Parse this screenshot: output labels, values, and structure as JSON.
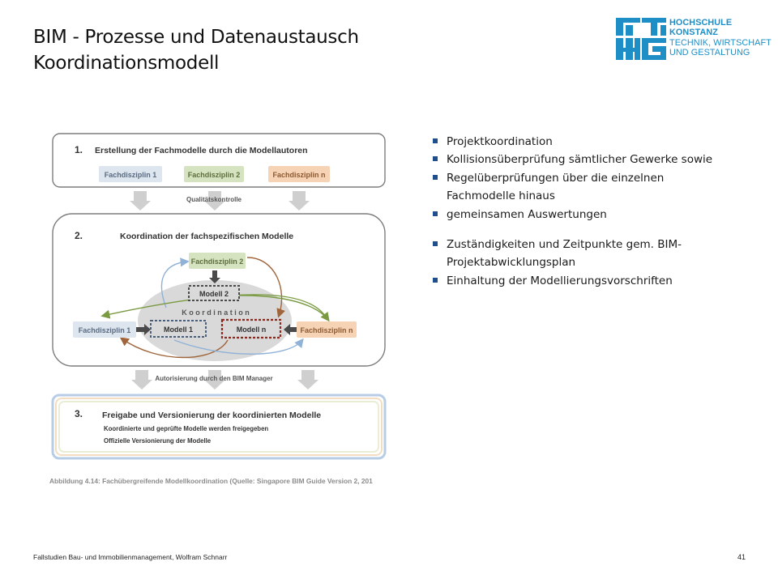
{
  "slide": {
    "title_line1": "BIM - Prozesse und Datenaustausch",
    "title_line2": "Koordinationsmodell"
  },
  "logo": {
    "line1": "HOCHSCHULE",
    "line2": "KONSTANZ",
    "line3": "TECHNIK, WIRTSCHAFT",
    "line4": "UND GESTALTUNG",
    "color": "#1e8fc6"
  },
  "diagram": {
    "step1": {
      "number": "1.",
      "title": "Erstellung der Fachmodelle durch die Modellautoren",
      "items": [
        "Fachdisziplin 1",
        "Fachdisziplin 2",
        "Fachdisziplin n"
      ]
    },
    "qc_label": "Qualitätskontrolle",
    "step2": {
      "number": "2.",
      "title": "Koordination der fachspezifischen Modelle",
      "disc_top": "Fachdisziplin 2",
      "disc_left": "Fachdisziplin 1",
      "disc_right": "Fachdisziplin n",
      "model_top": "Modell 2",
      "model_left": "Modell 1",
      "model_right": "Modell n",
      "center": "K o o r d i n a t i o n"
    },
    "auth_label": "Autorisierung durch den BIM Manager",
    "step3": {
      "number": "3.",
      "title": "Freigabe und Versionierung der koordinierten Modelle",
      "line1": "Koordinierte und geprüfte Modelle werden freigegeben",
      "line2": "Offizielle Versionierung der Modelle"
    },
    "caption": "Abbildung 4.14: Fachübergreifende Modellkoordination  (Quelle: Singapore BIM Guide Version 2, 201",
    "colors": {
      "disc1": "#dde5ef",
      "disc2": "#d6e3c0",
      "discn": "#f6d3b5",
      "model2_border": "#4a4a4a",
      "model1_border": "#4a5f7c",
      "modeln_border": "#8b2b1f"
    }
  },
  "bullets": [
    {
      "text": "Projektkoordination"
    },
    {
      "text": "Kollisionsüberprüfung sämtlicher  Gewerke sowie"
    },
    {
      "text": "Regelüberprüfungen über die einzelnen",
      "cont": "Fachmodelle hinaus"
    },
    {
      "text": "gemeinsamen Auswertungen"
    },
    {
      "text": "Zuständigkeiten und Zeitpunkte gem. BIM-",
      "cont": "Projektabwicklungsplan"
    },
    {
      "text": "Einhaltung der Modellierungsvorschriften"
    }
  ],
  "footer": {
    "left": "Fallstudien Bau- und Immobilienmanagement, Wolfram Schnarr",
    "page": "41"
  }
}
